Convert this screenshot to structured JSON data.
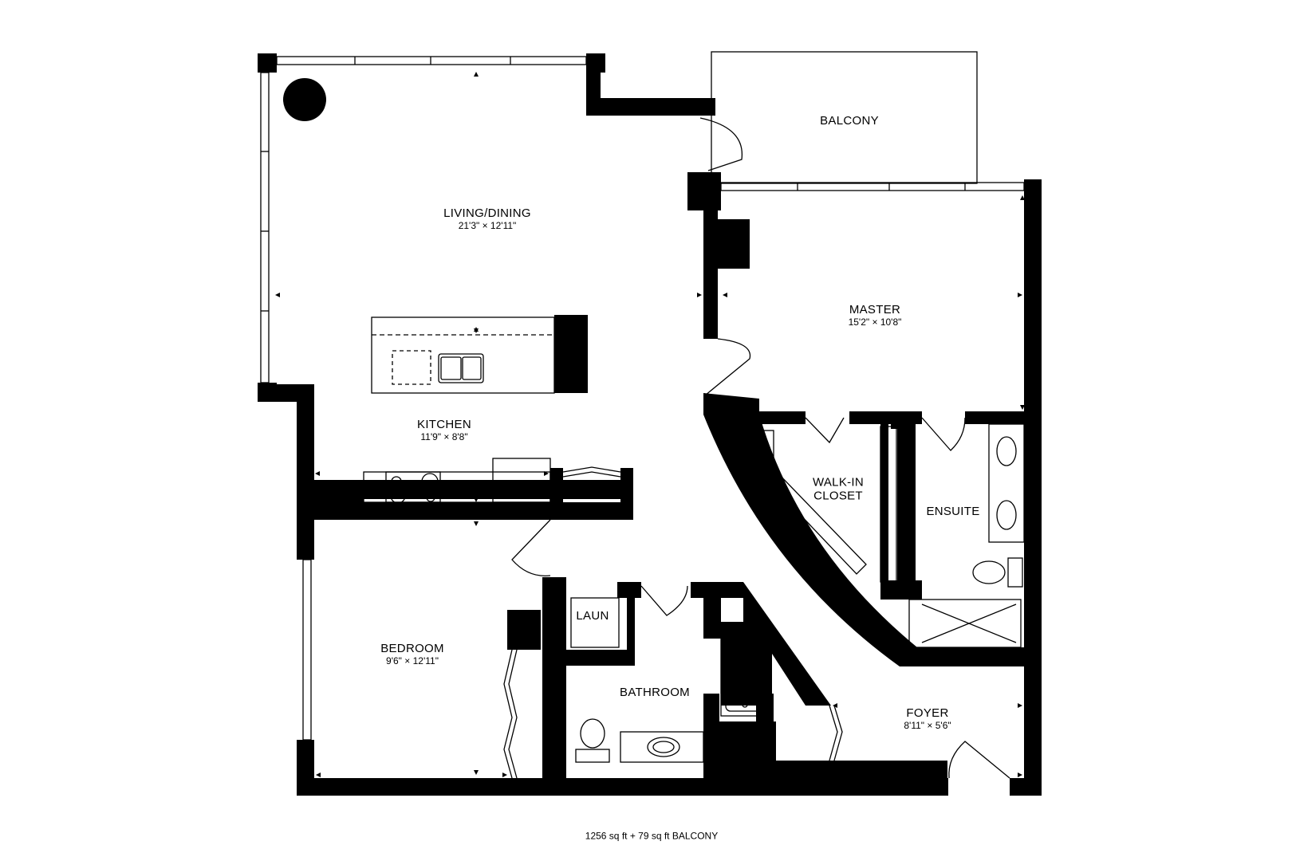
{
  "rooms": {
    "living": {
      "name": "LIVING/DINING",
      "dims": "21'3\" × 12'11\""
    },
    "balcony": {
      "name": "BALCONY"
    },
    "master": {
      "name": "MASTER",
      "dims": "15'2\" × 10'8\""
    },
    "kitchen": {
      "name": "KITCHEN",
      "dims": "11'9\" × 8'8\""
    },
    "walkin": {
      "name_line1": "WALK-IN",
      "name_line2": "CLOSET"
    },
    "ensuite": {
      "name": "ENSUITE"
    },
    "laun": {
      "name": "LAUN"
    },
    "bedroom": {
      "name": "BEDROOM",
      "dims": "9'6\" × 12'11\""
    },
    "bathroom": {
      "name": "BATHROOM"
    },
    "foyer": {
      "name": "FOYER",
      "dims": "8'11\" × 5'6\""
    }
  },
  "footer": {
    "area": "1256 sq ft + 79 sq ft BALCONY"
  },
  "colors": {
    "wall": "#000000",
    "line": "#000000",
    "background": "#ffffff"
  }
}
